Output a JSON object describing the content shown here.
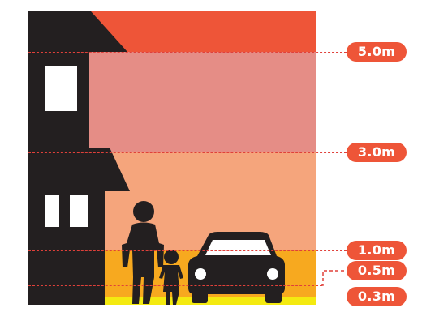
{
  "depth_levels": [
    {
      "label": "5.0m",
      "color": "#ee5538"
    },
    {
      "label": "3.0m",
      "color": "#ee5538"
    },
    {
      "label": "1.0m",
      "color": "#ee5538"
    },
    {
      "label": "0.5m",
      "color": "#ee5538"
    },
    {
      "label": "0.3m",
      "color": "#ee5538"
    }
  ],
  "zone_colors": {
    "above_5m": "#ee5538",
    "from_3_to_5m": "#e58d86",
    "from_1_to_3m": "#f5a57c",
    "from_0_3_to_1m": "#f7a91f",
    "below_0_3m": "#f4ea10",
    "silhouette": "#231f20",
    "dashed_line": "#e0403a"
  },
  "icons": [
    "house-icon",
    "adult-person-icon",
    "child-person-icon",
    "car-icon"
  ]
}
